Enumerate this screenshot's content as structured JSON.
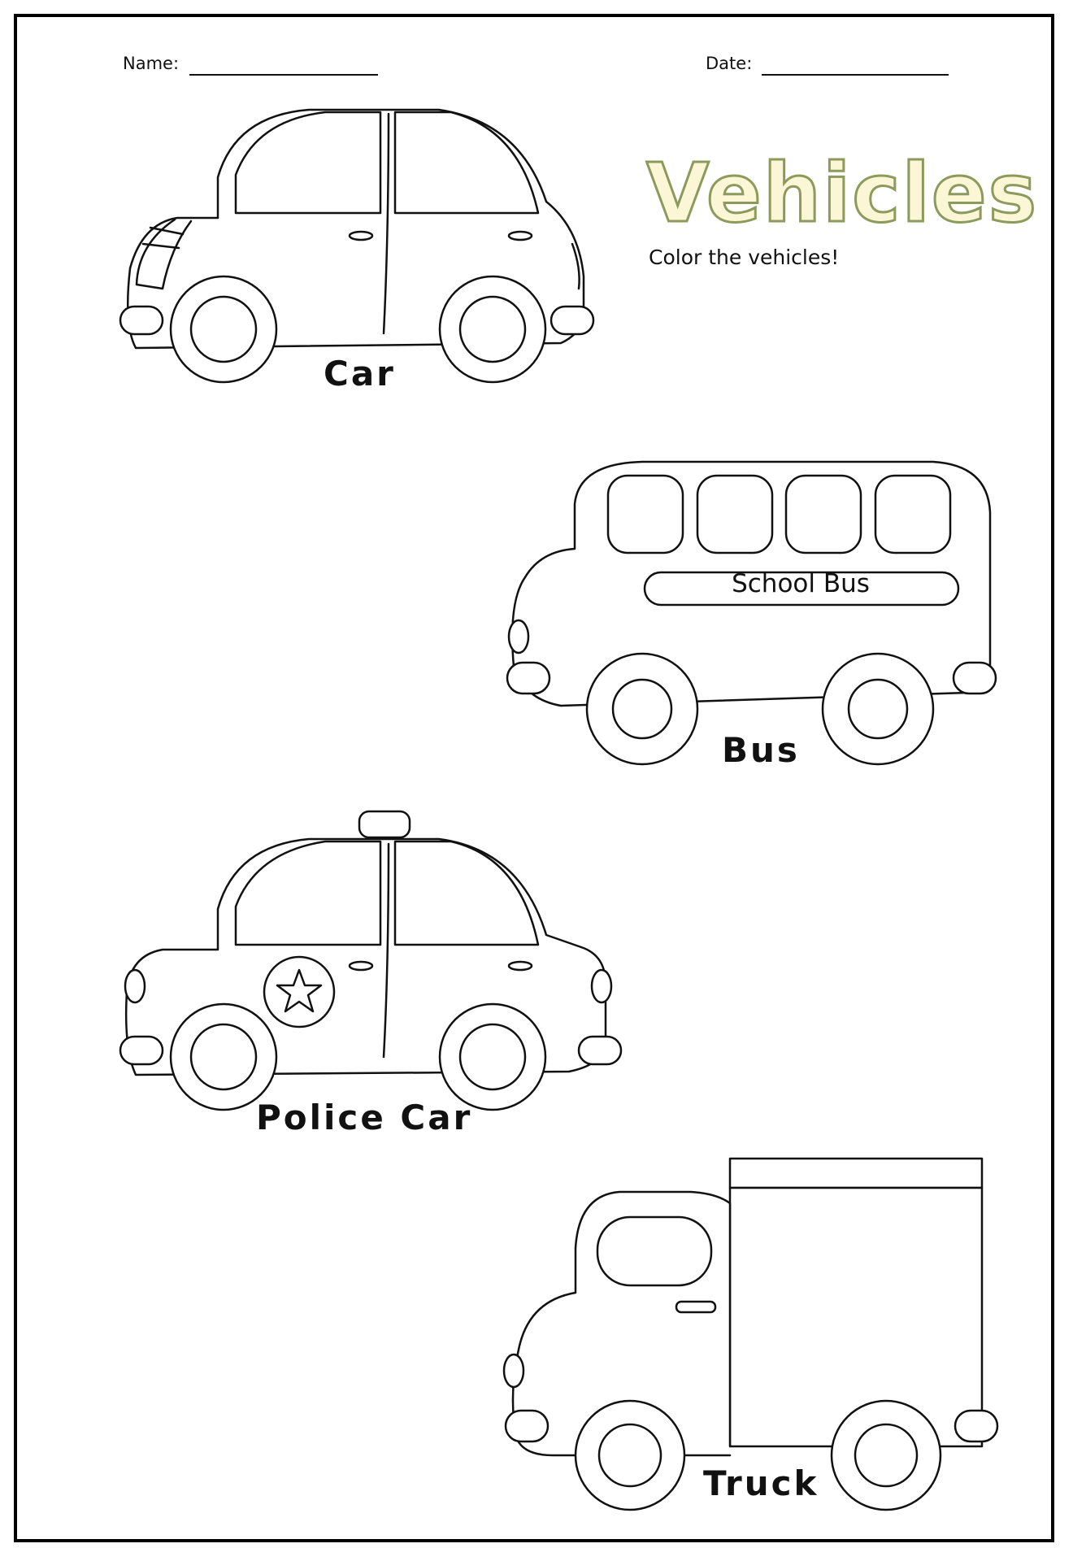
{
  "header": {
    "name_label": "Name:",
    "date_label": "Date:"
  },
  "title": "Vehicles",
  "subtitle": "Color the vehicles!",
  "vehicles": [
    {
      "label": "Car",
      "icon": "car-icon"
    },
    {
      "label": "Bus",
      "icon": "bus-icon",
      "sign_text": "School Bus"
    },
    {
      "label": "Police Car",
      "icon": "police-car-icon"
    },
    {
      "label": "Truck",
      "icon": "truck-icon"
    }
  ],
  "colors": {
    "outline": "#111111",
    "title_fill": "#fbf7d6",
    "title_stroke": "#8c9a5c"
  }
}
